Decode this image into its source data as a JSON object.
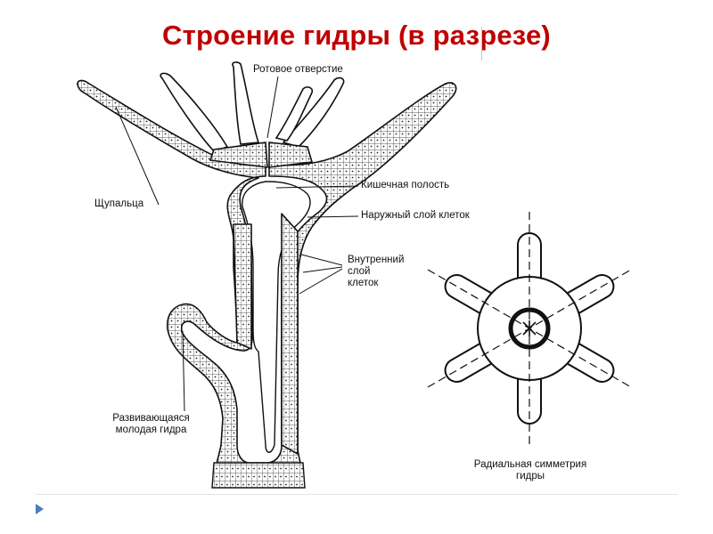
{
  "title": "Строение гидры (в разрезе)",
  "labels": {
    "mouth": "Ротовое отверстие",
    "gut_cavity": "Кишечная полость",
    "outer_layer": "Наружный слой клеток",
    "inner_layer": "Внутренний\nслой\nклеток",
    "tentacles": "Щупальца",
    "bud": "Развивающаяся\nмолодая гидра",
    "radial": "Радиальная симметрия\nгидры"
  },
  "icons": {
    "nav": "play-arrow-icon"
  },
  "colors": {
    "title": "#c00000",
    "ink": "#111111",
    "accent": "#4a7fb8"
  }
}
